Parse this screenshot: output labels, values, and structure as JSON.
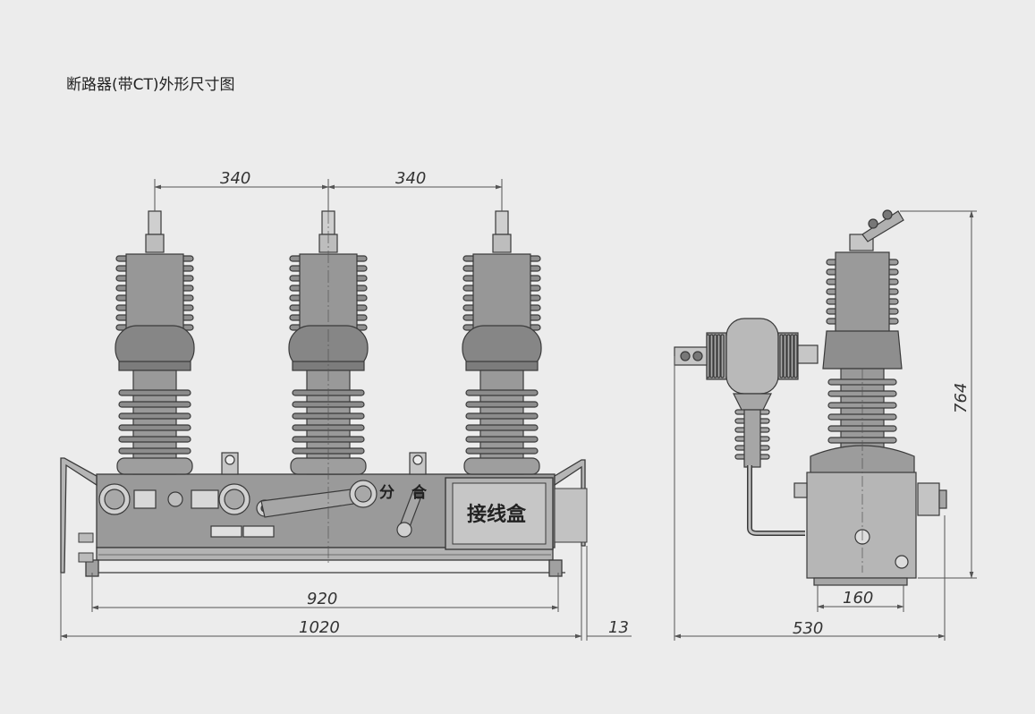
{
  "title": "断路器(带CT)外形尺寸图",
  "front_view": {
    "dims": {
      "pitch_left": "340",
      "pitch_right": "340",
      "mount_width": "920",
      "overall_width": "1020",
      "side_offset": "13"
    },
    "labels": {
      "open": "分",
      "close": "合",
      "junction_box": "接线盒"
    }
  },
  "side_view": {
    "dims": {
      "height": "764",
      "base_width": "160",
      "overall_depth": "530"
    }
  },
  "colors": {
    "background": "#ececec",
    "body": "#8e8e8e",
    "body_light": "#a9a9a9",
    "outline": "#3a3a3a",
    "dim_line": "#555555"
  }
}
